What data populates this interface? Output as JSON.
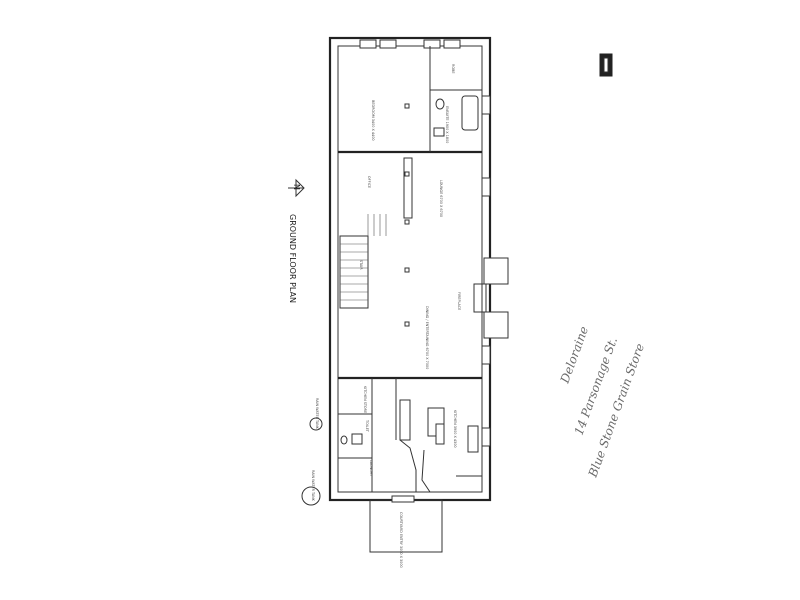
{
  "plan": {
    "title": "GROUND FLOOR PLAN",
    "north_label": "N",
    "rooms": {
      "bedroom": "BEDROOM 3400 X 4400",
      "robe": "ROBE",
      "ensuite": "ENSUITE 1900 X 1800",
      "office": "OFFICE",
      "lounge": "LOUNGE 6700 X 6700",
      "stair": "STAIR",
      "dining": "DINING / ENTERTAINING 6700 X 7000",
      "fireplace": "FIREPLACE",
      "kitchen": "KITCHEN 3900 X 4300",
      "kitchen_store": "KITCHEN STORE",
      "toilet": "TOILET",
      "laundry": "LAUNDRY",
      "courtyard": "COURTYARD ENTRY 3000 X 3000",
      "tank_a": "RAIN WATER TANK",
      "tank_b": "RAIN WATER TANK"
    },
    "handwritten": [
      "Blue Stone Grain Store",
      "14 Parsonage St.",
      "Deloraine"
    ]
  }
}
